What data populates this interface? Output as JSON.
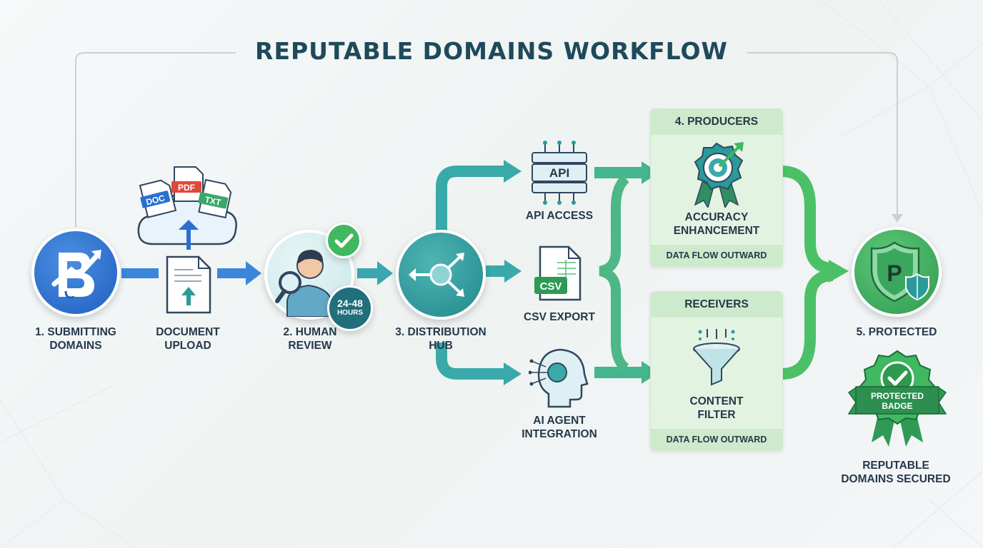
{
  "title": "REPUTABLE DOMAINS WORKFLOW",
  "steps": {
    "submitting": {
      "line1": "1. SUBMITTING",
      "line2": "DOMAINS"
    },
    "upload": {
      "line1": "DOCUMENT",
      "line2": "UPLOAD",
      "files": [
        "DOC",
        "PDF",
        "TXT"
      ]
    },
    "review": {
      "line1": "2. HUMAN",
      "line2": "REVIEW",
      "time1": "24-48",
      "time2": "HOURS"
    },
    "hub": {
      "line1": "3. DISTRIBUTION",
      "line2": "HUB"
    },
    "protected": {
      "line1": "5. PROTECTED"
    }
  },
  "channels": {
    "api": {
      "label": "API ACCESS",
      "icon_text": "API"
    },
    "csv": {
      "label": "CSV EXPORT",
      "icon_text": "CSV"
    },
    "ai": {
      "line1": "AI AGENT",
      "line2": "INTEGRATION"
    }
  },
  "producers": {
    "header": "4. PRODUCERS",
    "line1": "ACCURACY",
    "line2": "ENHANCEMENT",
    "footer": "DATA FLOW OUTWARD"
  },
  "receivers": {
    "header": "RECEIVERS",
    "line1": "CONTENT",
    "line2": "FILTER",
    "footer": "DATA FLOW OUTWARD"
  },
  "badge": {
    "line1": "PROTECTED",
    "line2": "BADGE"
  },
  "secured": {
    "line1": "REPUTABLE",
    "line2": "DOMAINS SECURED"
  },
  "colors": {
    "blue": "#2b6fd0",
    "teal": "#2f9fa3",
    "green": "#3fb860",
    "title": "#1e4a5a"
  },
  "icons": [
    "brand-logo-icon",
    "cloud-upload-icon",
    "document-upload-icon",
    "reviewer-icon",
    "check-icon",
    "clock-icon",
    "hub-arrows-icon",
    "api-chip-icon",
    "csv-file-icon",
    "ai-head-icon",
    "target-ribbon-icon",
    "funnel-icon",
    "shield-p-icon",
    "badge-ribbon-icon"
  ]
}
